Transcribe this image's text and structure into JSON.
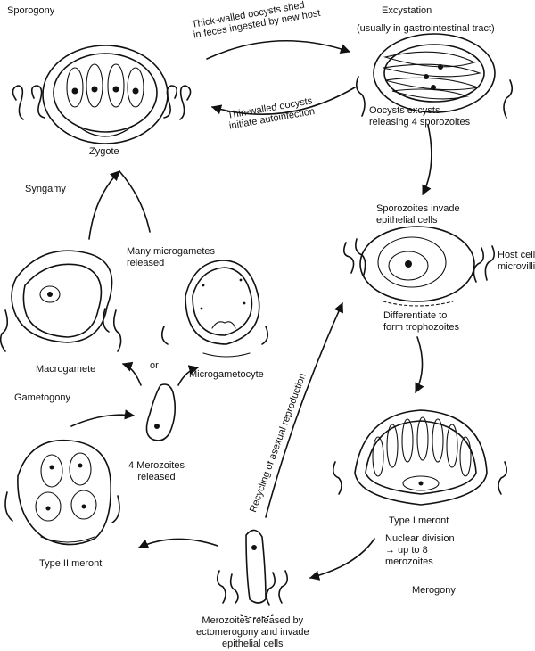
{
  "stages": {
    "sporogony": "Sporogony",
    "excystation": "Excystation",
    "excystation_note": "(usually in gastrointestinal tract)",
    "syngamy": "Syngamy",
    "gametogony": "Gametogony",
    "merogony": "Merogony"
  },
  "transitions": {
    "thick_walled": [
      "Thick-walled oocysts shed",
      "in feces ingested by new host"
    ],
    "thin_walled": [
      "Thin-walled oocysts",
      "initiate autoinfection"
    ],
    "recycling": "Recycling of asexual reproduction",
    "or": "or"
  },
  "labels": {
    "zygote": "Zygote",
    "excyst": [
      "Oocysts excysts",
      "releasing 4 sporozoites"
    ],
    "sporozoites_invade": [
      "Sporozoites invade",
      "epithelial cells"
    ],
    "host_cell": [
      "Host cell",
      "microvilli"
    ],
    "differentiate": [
      "Differentiate to",
      "form trophozoites"
    ],
    "microgametes": [
      "Many microgametes",
      "released"
    ],
    "macrogamete": "Macrogamete",
    "microgametocyte": "Microgametocyte",
    "merozoites4": [
      "4 Merozoites",
      "released"
    ],
    "type1": "Type I meront",
    "nuclear_division": [
      "Nuclear division",
      "→ up to 8",
      "merozoites"
    ],
    "type2": "Type II meront",
    "merozoites_released": [
      "Merozoites released by",
      "ectomerogony and invade",
      "epithelial cells"
    ]
  }
}
